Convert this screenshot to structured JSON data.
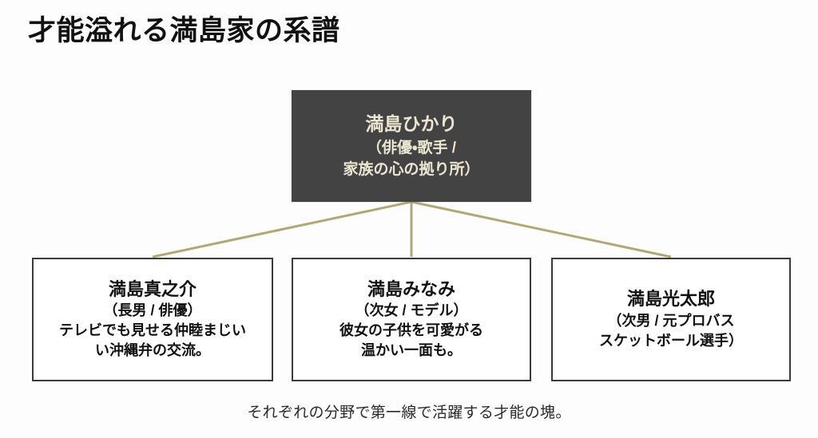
{
  "page": {
    "title": "才能溢れる満島家の系譜",
    "caption": "それぞれの分野で第一線で活躍する才能の塊。",
    "background_color": "#fdfdfd"
  },
  "colors": {
    "root_node_background": "#434343",
    "root_node_text": "#eae6d2",
    "child_node_border": "#3b3b3b",
    "child_node_text": "#111111",
    "connector_line": "#b1a878",
    "title_text": "#111111"
  },
  "tree": {
    "root": {
      "name": "満島ひかり",
      "desc_line_1": "（俳優・歌手 /",
      "desc_line_2": "家族の心の拠り所）"
    },
    "children": [
      {
        "name": "満島真之介",
        "desc_line_1": "（長男 / 俳優）",
        "desc_line_2": "テレビでも見せる仲睦まじい",
        "desc_line_3": "い沖縄弁の交流。"
      },
      {
        "name": "満島みなみ",
        "desc_line_1": "（次女 / モデル）",
        "desc_line_2": "彼女の子供を可愛がる",
        "desc_line_3": "温かい一面も。"
      },
      {
        "name": "満島光太郎",
        "desc_line_1": "（次男 / 元プロバス",
        "desc_line_2": "スケットボール選手）",
        "desc_line_3": ""
      }
    ]
  }
}
